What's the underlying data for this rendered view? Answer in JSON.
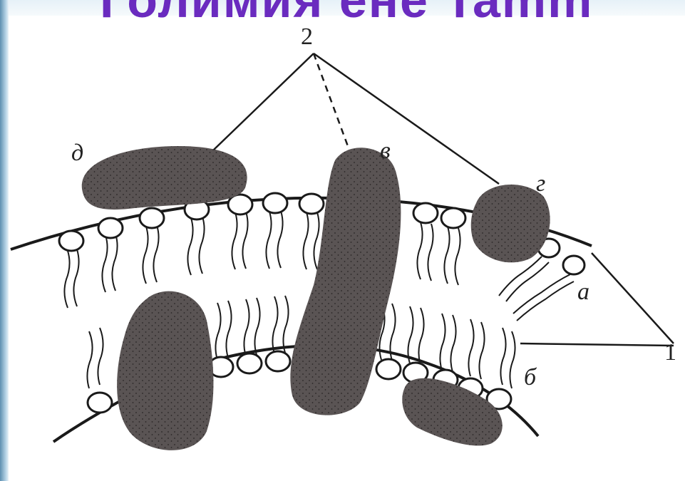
{
  "title_fragment": "Голимия ене Tamm",
  "labels": {
    "n1": "1",
    "n2": "2",
    "a": "a",
    "b": "б",
    "v": "в",
    "g": "г",
    "d": "д"
  },
  "colors": {
    "protein": "#5a5454",
    "line": "#1a1a1a",
    "title": "#6a2bbf"
  }
}
